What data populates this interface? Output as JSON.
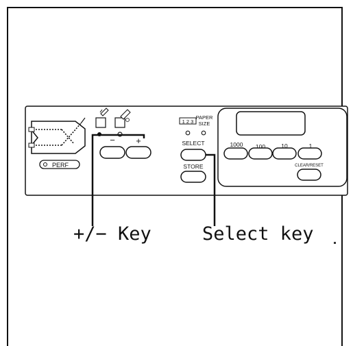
{
  "panel": {
    "perf_label": "PERF",
    "counter_label": "1 2 3",
    "paper_size_line1": "PAPER",
    "paper_size_line2": "SIZE",
    "minus_label": "−",
    "plus_label": "+",
    "select_label": "SELECT",
    "store_label": "STORE",
    "key_1000": "1000",
    "key_100": "100",
    "key_10": "10",
    "key_1": "1",
    "clear_reset_label": "CLEAR/RESET"
  },
  "callouts": {
    "plus_minus": "+/− Key",
    "select": "Select key"
  }
}
